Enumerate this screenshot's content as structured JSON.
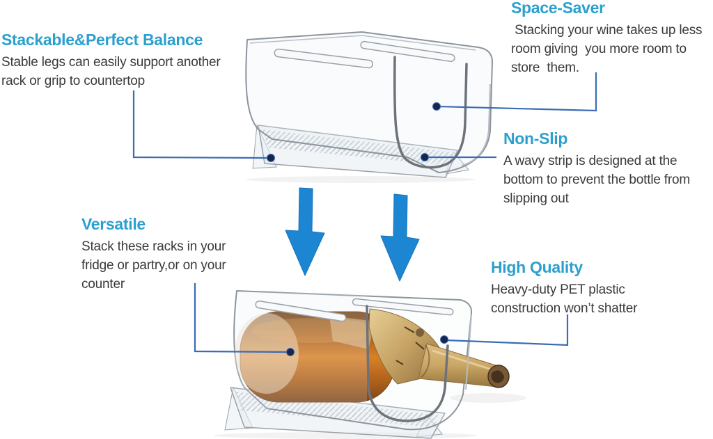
{
  "colors": {
    "heading": "#2BA0CF",
    "body": "#3A3A3A",
    "leader": "#3A6CB4",
    "dot": "#18264E",
    "arrow": "#1D86D2"
  },
  "annotations": {
    "stackable": {
      "title": "Stackable&Perfect Balance",
      "body": "Stable legs can easily support another\nrack or grip to countertop"
    },
    "space_saver": {
      "title": "Space-Saver",
      "body": " Stacking your wine takes up less\nroom giving  you more room to\nstore  them."
    },
    "non_slip": {
      "title": "Non-Slip",
      "body": "A wavy strip is designed at the\nbottom to prevent the bottle from\nslipping out"
    },
    "versatile": {
      "title": "Versatile",
      "body": "Stack these racks in your\nfridge or partry,or on your\ncounter"
    },
    "high_quality": {
      "title": "High Quality",
      "body": "Heavy-duty PET plastic\nconstruction won’t shatter"
    }
  },
  "figures": {
    "empty_rack": "empty-clear-plastic-wine-rack",
    "loaded_rack": "wine-rack-holding-champagne-bottle",
    "arrows": "two-blue-down-arrows"
  }
}
